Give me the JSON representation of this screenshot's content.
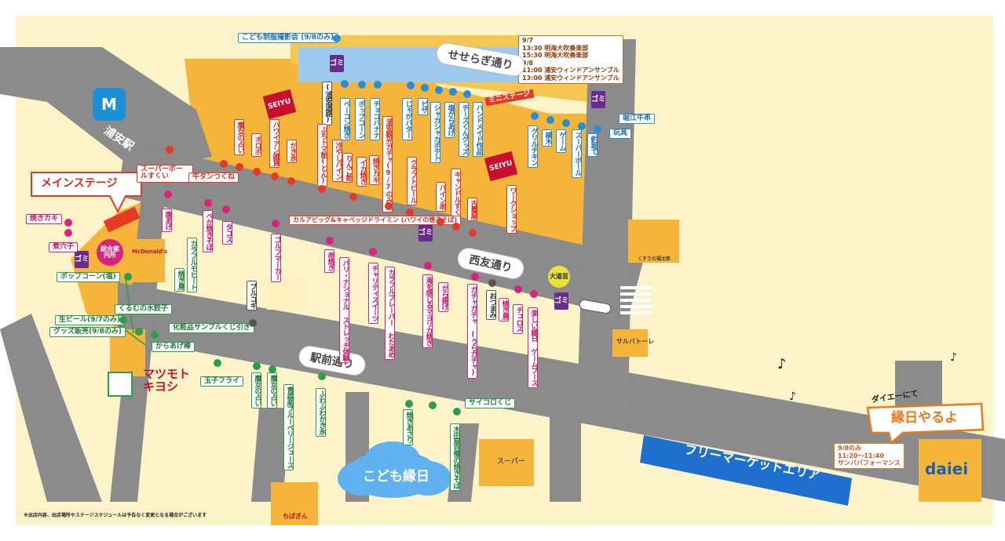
{
  "colors": {
    "road": "#8b8b8b",
    "block": "#f4b53a",
    "bg": "#fdf3c9",
    "green_line": "#2e9c4e",
    "red": "#e53a26",
    "blue": "#2a8ed6",
    "pink": "#d8237c"
  },
  "station": {
    "name": "浦安駅"
  },
  "roads": {
    "seseragi": "せせらぎ通り",
    "seiyu": "西友通り",
    "ekimae": "駅前通り",
    "urayasu_rd": "(浦安道路)"
  },
  "main_stage": {
    "title": "メインステージ"
  },
  "info_center": {
    "label": "総合案内所"
  },
  "mini_stage": {
    "label": "ミニステージ"
  },
  "daidogei": {
    "label": "大道芸"
  },
  "gomi": "ゴミ",
  "seiyu_logo": "SEIYU",
  "mcd_logo": "McDonald's",
  "stage_schedule": {
    "lines": [
      "9/7",
      "13:30 明海大吹奏楽部",
      "15:30 明海大吹奏楽部",
      "9/8",
      "11:00 浦安ウィンドアンサンブル",
      "13:00 浦安ウィンドアンサンブル"
    ]
  },
  "daiei": {
    "callout_line1": "ダイエーにて",
    "callout_line2": "縁日やるよ",
    "logo": "daiei",
    "schedule": [
      "9/8のみ",
      "11:20〜11:40",
      "サンババフォーマンス"
    ]
  },
  "kodomo": "こども縁日",
  "flea": "フリーマーケットエリア",
  "stores": {
    "matsumoto": "マツモトキヨシ",
    "super": "スーパー",
    "sarubatore": "サルバトーレ",
    "kusuri": "くすりの福太郎",
    "chibagin": "ちばぎん"
  },
  "note": "※出店内容、出店場所やステージスケジュールは予告なく変更となる場合がございます",
  "stalls": {
    "kodomo_photo": "こども制服撮影会 (9/8のみ)",
    "horie": "堀江牛串",
    "gangu": "玩具",
    "blue_v": [
      "ベーコン焼き",
      "ポップコーン",
      "チョコバナナ",
      "じゃがバター",
      "ピザ",
      "シャカシャカポテト",
      "塩からあげ",
      "チーズくんグッズ",
      "ハンドメイド作品",
      "グリルチキン",
      "横木",
      "ゲーム",
      "スーパーボール",
      "釣堀て"
    ],
    "red_v1": [
      "魔女の占い",
      "オロポ",
      "ハワイアン雑貨",
      "かき氷"
    ],
    "red_v2": [
      "ぷちトマ飴(とん)",
      "冷やしパイン",
      "りんご飴",
      "イカ焼き",
      "焼きカキ",
      "浦安観光ガチャ(9/7のみ)",
      "クラフトビール",
      "パイン串",
      "キャンドルすくい",
      "古着屋",
      "ワークショップ"
    ],
    "superball": "スーパーボールすくい",
    "gyutan": "牛タンつくね",
    "karubi": "カルアピッグ&キャベッジドライミン (ハワイの焼きそば)",
    "pink_v": [
      "唐あげ",
      "ベか焼きそば",
      "タコス",
      "ゴルフマーカー",
      "串焼き",
      "バリ・ナショナル ストレッチ体験",
      "チャリティスイーツ",
      "カラフルプレーパー わたあめ",
      "海を感じるマヨリカ焼き",
      "から揚げ",
      "ガチャガチャ (うらガチャ)",
      "焼き鳥",
      "チュロス",
      "楽しい縁日 ゲームブース"
    ],
    "yakikaki_left": "焼きカキ",
    "anago": "煮穴子",
    "pink_note": "おつまみ",
    "bulgogi": "ブルコギ",
    "green_h": [
      "ポップコーン(塩)",
      "くるむの水餃子",
      "生ビール(9/7のみ)",
      "グッズ販売(9/8のみ)",
      "化粧品サンプルくじ引き",
      "からあげ棒",
      "玉子フライ",
      "サイコロくじ"
    ],
    "green_v": [
      "カラフルモヒート",
      "焼き鳥",
      "魔女の占い",
      "魔女の占い",
      "青森産ブルーベリージュース",
      "ふわふわかき氷",
      "焼きあさり",
      "木田屋自慢の焼きそば"
    ]
  }
}
